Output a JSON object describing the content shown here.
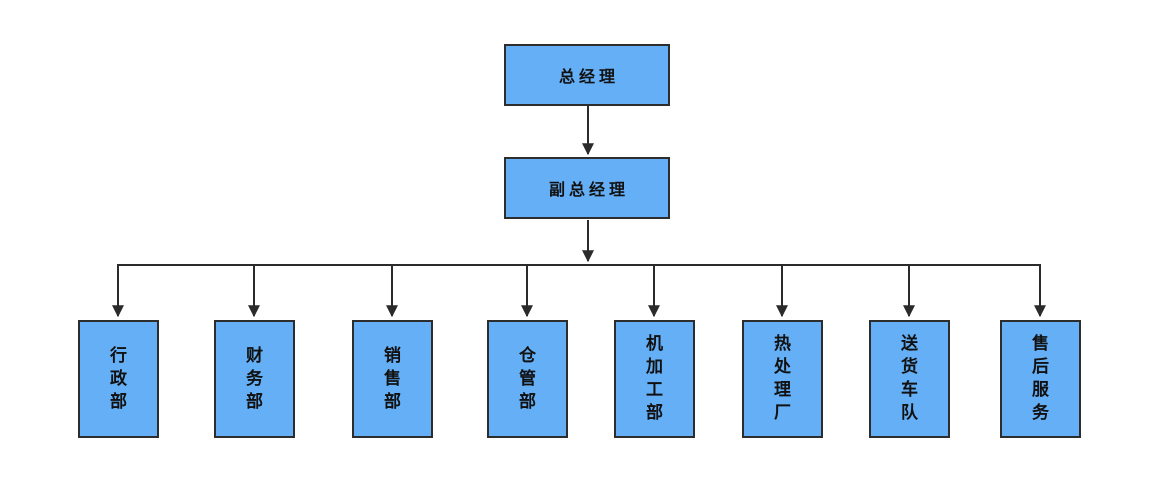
{
  "org": {
    "root": {
      "label": "总经理"
    },
    "deputy": {
      "label": "副总经理"
    },
    "departments": [
      {
        "label": "行政部"
      },
      {
        "label": "财务部"
      },
      {
        "label": "销售部"
      },
      {
        "label": "仓管部"
      },
      {
        "label": "机加工部"
      },
      {
        "label": "热处理厂"
      },
      {
        "label": "送货车队"
      },
      {
        "label": "售后服务"
      }
    ],
    "colors": {
      "node_fill": "#64AFF5",
      "node_border": "#2D2D2D",
      "connector": "#2B2B2B",
      "label": "#111111",
      "background": "#FFFFFF"
    }
  }
}
